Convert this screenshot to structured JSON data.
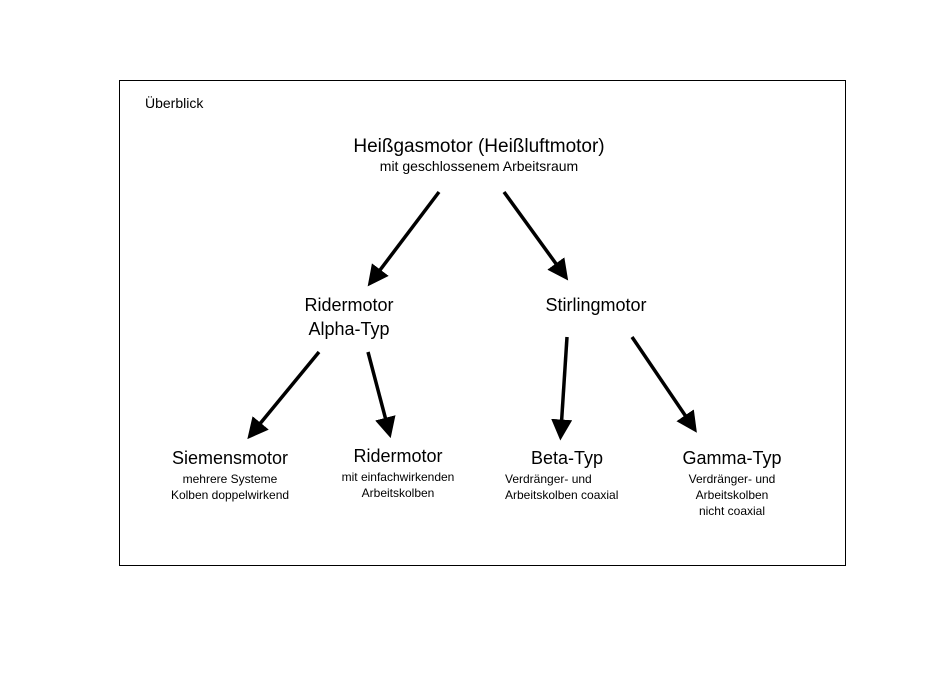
{
  "diagram": {
    "corner_label": "Überblick",
    "root": {
      "title": "Heißgasmotor (Heißluftmotor)",
      "subtitle": "mit geschlossenem Arbeitsraum"
    },
    "level1": [
      {
        "title_line1": "Ridermotor",
        "title_line2": "Alpha-Typ"
      },
      {
        "title_line1": "Stirlingmotor"
      }
    ],
    "level2": [
      {
        "title": "Siemensmotor",
        "desc_line1": "mehrere Systeme",
        "desc_line2": "Kolben doppelwirkend"
      },
      {
        "title": "Ridermotor",
        "desc_line1": "mit einfachwirkenden",
        "desc_line2": "Arbeitskolben"
      },
      {
        "title": "Beta-Typ",
        "desc_line1": "Verdränger- und",
        "desc_line2": "Arbeitskolben coaxial"
      },
      {
        "title": "Gamma-Typ",
        "desc_line1": "Verdränger- und",
        "desc_line2": "Arbeitskolben",
        "desc_line3": "nicht coaxial"
      }
    ],
    "edges": [
      {
        "from": "Heißgasmotor (Heißluftmotor)",
        "to": "Ridermotor Alpha-Typ"
      },
      {
        "from": "Heißgasmotor (Heißluftmotor)",
        "to": "Stirlingmotor"
      },
      {
        "from": "Ridermotor Alpha-Typ",
        "to": "Siemensmotor"
      },
      {
        "from": "Ridermotor Alpha-Typ",
        "to": "Ridermotor"
      },
      {
        "from": "Stirlingmotor",
        "to": "Beta-Typ"
      },
      {
        "from": "Stirlingmotor",
        "to": "Gamma-Typ"
      }
    ],
    "colors": {
      "line": "#000000",
      "background": "#ffffff"
    }
  }
}
